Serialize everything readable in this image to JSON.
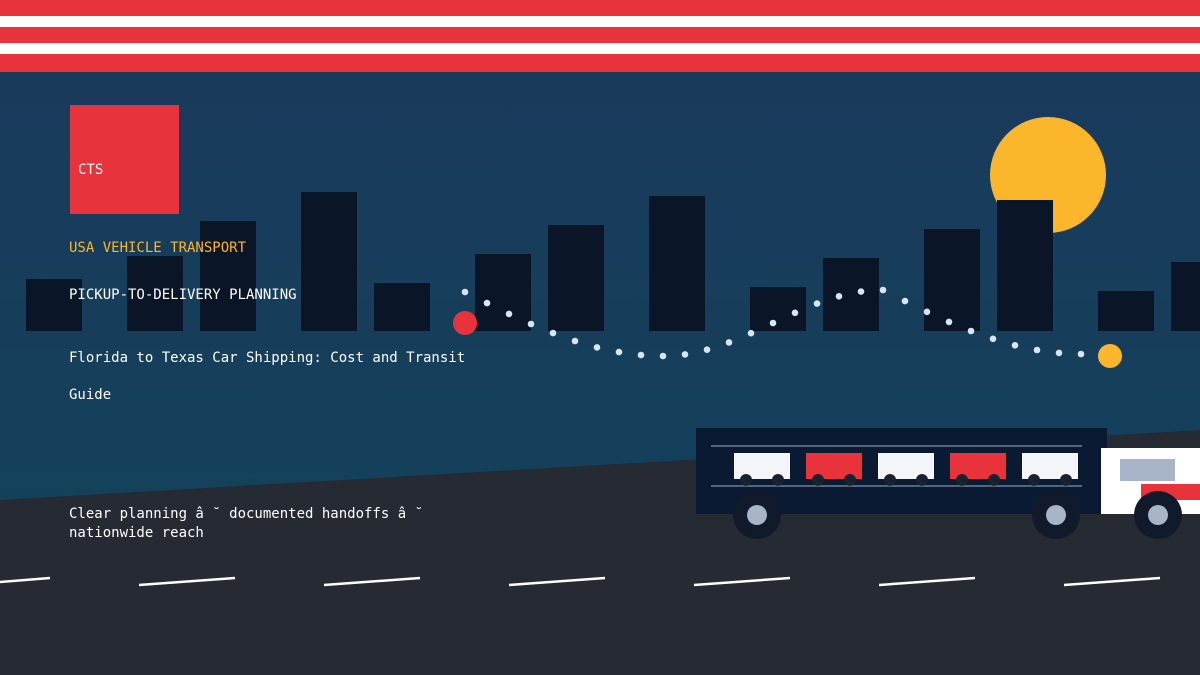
{
  "colors": {
    "red": "#e8333c",
    "navy": "#0a1a33",
    "gold": "#fbb62b",
    "road": "#252a33",
    "white": "#ffffff",
    "dot": "#d7e6f3"
  },
  "brand": {
    "logo_text": "CTS"
  },
  "hero": {
    "eyebrow": "USA VEHICLE TRANSPORT",
    "subhead": "PICKUP-TO-DELIVERY PLANNING",
    "title": "Florida to Texas Car Shipping: Cost and Transit Guide",
    "tagline": "Clear planning â ˘ documented handoffs â ˘ nationwide reach"
  },
  "icons": {
    "sun": "sun-icon",
    "truck": "car-carrier-truck-icon",
    "origin": "origin-marker-icon",
    "destination": "destination-marker-icon"
  }
}
